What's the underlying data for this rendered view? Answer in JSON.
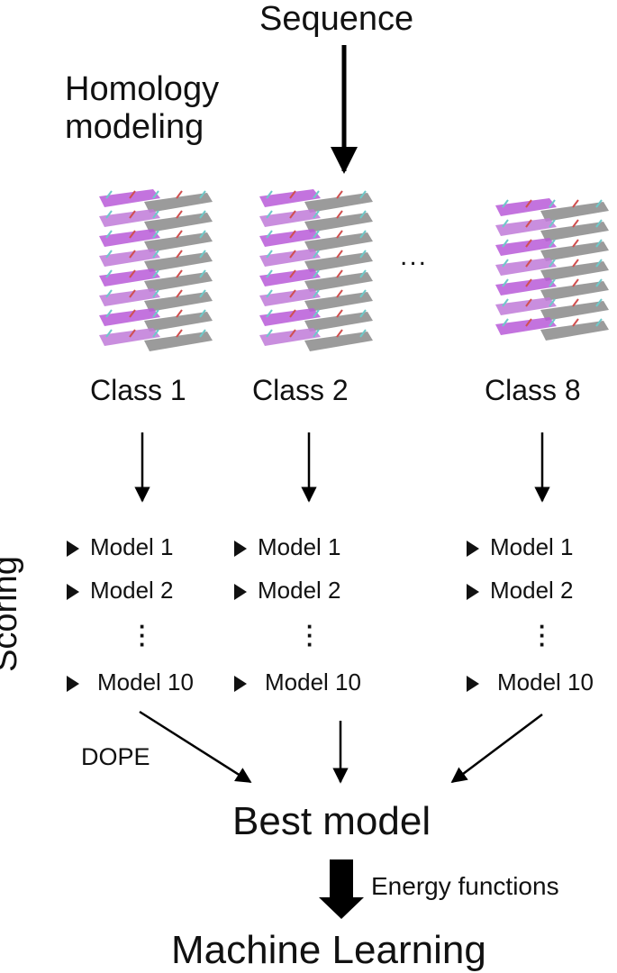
{
  "title": "Sequence",
  "method_label": "Homology\nmodeling",
  "ellipsis": "...",
  "classes": [
    {
      "name": "Class 1",
      "models": [
        "Model 1",
        "Model 2",
        "Model 10"
      ]
    },
    {
      "name": "Class 2",
      "models": [
        "Model 1",
        "Model 2",
        "Model 10"
      ]
    },
    {
      "name": "Class 8",
      "models": [
        "Model 1",
        "Model 2",
        "Model 10"
      ]
    }
  ],
  "scoring_label": "Scoring",
  "dope_label": "DOPE",
  "best_model_label": "Best model",
  "energy_label": "Energy functions",
  "final_label": "Machine Learning",
  "colors": {
    "sheet_purple": "#b85ad8",
    "sheet_gray": "#8a8a8a",
    "sidechain": "#6fc9c9",
    "arrow": "#000000"
  }
}
